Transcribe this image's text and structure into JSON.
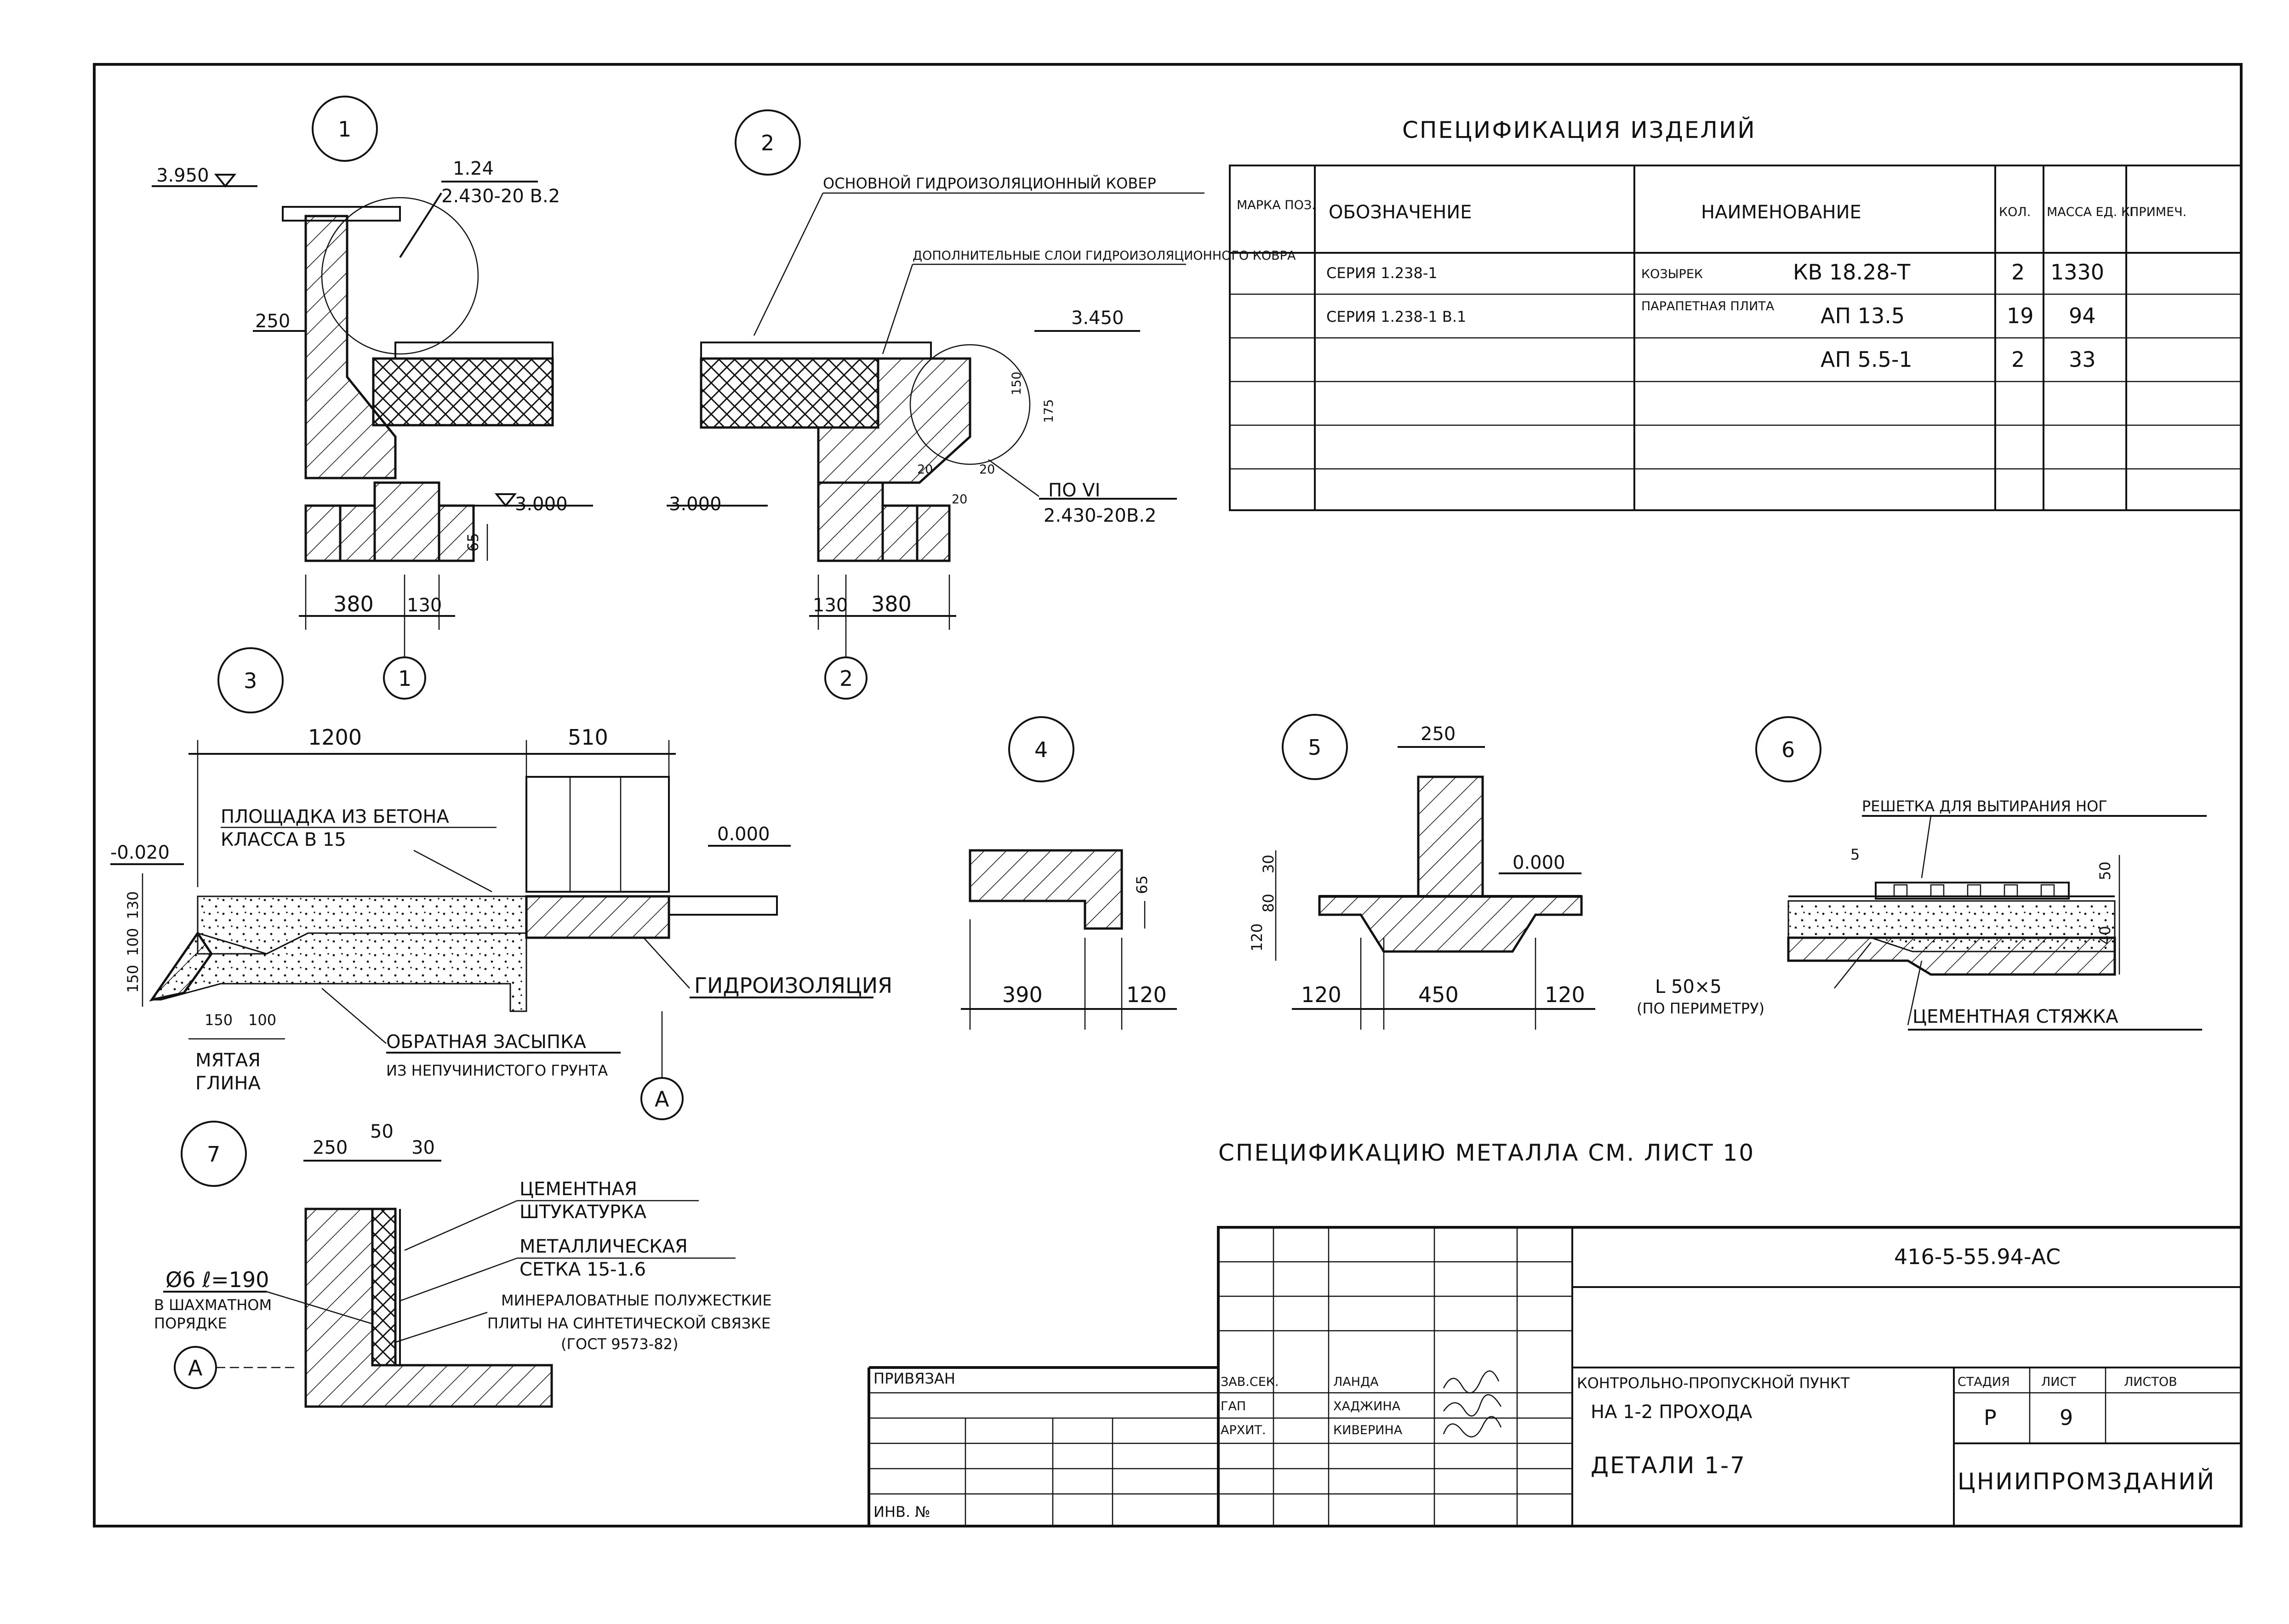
{
  "spec_table": {
    "title": "СПЕЦИФИКАЦИЯ ИЗДЕЛИЙ",
    "headers": {
      "mark": "МАРКА ПОЗ.",
      "designation": "ОБОЗНАЧЕНИЕ",
      "name": "НАИМЕНОВАНИЕ",
      "qty": "КОЛ.",
      "mass": "МАССА ЕД. КГ",
      "note": "ПРИМЕЧ."
    },
    "rows": [
      {
        "designation": "СЕРИЯ 1.238-1",
        "name_type": "КОЗЫРЕК",
        "name_mark": "КВ 18.28-Т",
        "qty": "2",
        "mass": "1330"
      },
      {
        "designation": "СЕРИЯ 1.238-1 В.1",
        "name_type": "ПАРАПЕТНАЯ ПЛИТА",
        "name_mark": "АП 13.5",
        "qty": "19",
        "mass": "94"
      },
      {
        "designation": "",
        "name_type": "",
        "name_mark": "АП 5.5-1",
        "qty": "2",
        "mass": "33"
      }
    ]
  },
  "details": {
    "d1": {
      "num": "1",
      "elev_top": "3.950",
      "elev_bottom": "3.000",
      "ref1": "1.24",
      "ref2": "2.430-20 В.2",
      "dim_250": "250",
      "dim_65": "65",
      "dim_380": "380",
      "dim_130": "130",
      "axis": "1"
    },
    "d2": {
      "num": "2",
      "label1": "ОСНОВНОЙ ГИДРОИЗОЛЯЦИОННЫЙ КОВЕР",
      "label2": "ДОПОЛНИТЕЛЬНЫЕ СЛОИ ГИДРОИЗОЛЯЦИОННОГО КОВРА",
      "elev_top": "3.450",
      "elev_bottom": "3.000",
      "ref1": "ПО VI",
      "ref2": "2.430-20В.2",
      "dim_150": "150",
      "dim_175": "175",
      "dim_20a": "20",
      "dim_20b": "20",
      "dim_20c": "20",
      "dim_130": "130",
      "dim_380": "380",
      "axis": "2"
    },
    "d3": {
      "num": "3",
      "dim_1200": "1200",
      "dim_510": "510",
      "label_platform1": "ПЛОЩАДКА ИЗ БЕТОНА",
      "label_platform2": "КЛАССА В 15",
      "elev_left": "-0.020",
      "elev_right": "0.000",
      "dim_130": "130",
      "dim_100": "100",
      "dim_150": "150",
      "dim_150b": "150",
      "dim_100b": "100",
      "label_water": "ГИДРОИЗОЛЯЦИЯ",
      "label_fill1": "ОБРАТНАЯ ЗАСЫПКА",
      "label_fill2": "ИЗ НЕПУЧИНИСТОГО ГРУНТА",
      "label_clay1": "МЯТАЯ",
      "label_clay2": "ГЛИНА",
      "axis": "А"
    },
    "d4": {
      "num": "4",
      "dim_65": "65",
      "dim_390": "390",
      "dim_120": "120"
    },
    "d5": {
      "num": "5",
      "dim_250": "250",
      "elev": "0.000",
      "dim_30": "30",
      "dim_80": "80",
      "dim_120v": "120",
      "dim_120a": "120",
      "dim_450": "450",
      "dim_120b": "120"
    },
    "d6": {
      "num": "6",
      "label_grate": "РЕШЕТКА ДЛЯ ВЫТИРАНИЯ НОГ",
      "dim_5": "5",
      "dim_50": "50",
      "dim_40": "40",
      "label_angle1": "L 50×5",
      "label_angle2": "(ПО ПЕРИМЕТРУ)",
      "label_screed": "ЦЕМЕНТНАЯ СТЯЖКА"
    },
    "d7": {
      "num": "7",
      "dim_250": "250",
      "dim_50": "50",
      "dim_30": "30",
      "label_plaster1": "ЦЕМЕНТНАЯ",
      "label_plaster2": "ШТУКАТУРКА",
      "label_mesh1": "МЕТАЛЛИЧЕСКАЯ",
      "label_mesh2": "СЕТКА 15-1.6",
      "label_mineral1": "МИНЕРАЛОВАТНЫЕ ПОЛУЖЕСТКИЕ",
      "label_mineral2": "ПЛИТЫ НА СИНТЕТИЧЕСКОЙ СВЯЗКЕ",
      "label_mineral3": "(ГОСТ 9573-82)",
      "label_bar1": "Ø6 ℓ=190",
      "label_bar2": "В ШАХМАТНОМ",
      "label_bar3": "ПОРЯДКЕ",
      "axis": "А"
    }
  },
  "metal_note": "СПЕЦИФИКАЦИЮ МЕТАЛЛА СМ. ЛИСТ 10",
  "title_block": {
    "code": "416-5-55.94-АС",
    "bound": "ПРИВЯЗАН",
    "inv": "ИНВ. №",
    "roles": [
      {
        "role": "ЗАВ.СЕК.",
        "name": "ЛАНДА"
      },
      {
        "role": "ГАП",
        "name": "ХАДЖИНА"
      },
      {
        "role": "АРХИТ.",
        "name": "КИВЕРИНА"
      }
    ],
    "object1": "КОНТРОЛЬНО-ПРОПУСКНОЙ ПУНКТ",
    "object2": "НА 1-2 ПРОХОДА",
    "sheet_title": "ДЕТАЛИ 1-7",
    "stage_label": "СТАДИЯ",
    "sheet_label": "ЛИСТ",
    "sheets_label": "ЛИСТОВ",
    "stage": "Р",
    "sheet": "9",
    "org": "ЦНИИПРОМЗДАНИЙ"
  }
}
